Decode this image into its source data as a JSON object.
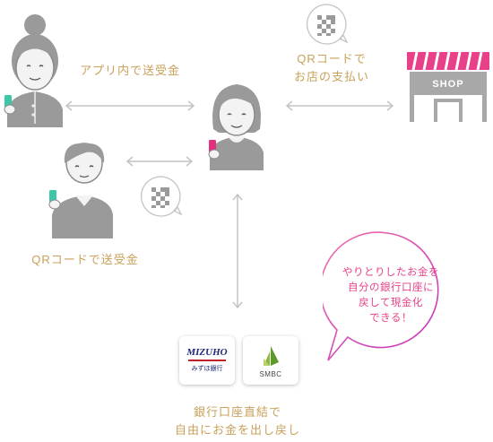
{
  "labels": {
    "app_transfer": "アプリ内で送受金",
    "qr_shop_line1": "QRコードで",
    "qr_shop_line2": "お店の支払い",
    "qr_transfer": "QRコードで送受金",
    "bank_line1": "銀行口座直結で",
    "bank_line2": "自由にお金を出し戻し",
    "bubble_line1": "やりとりしたお金を",
    "bubble_line2": "自分の銀行口座に",
    "bubble_line3": "戻して現金化",
    "bubble_line4": "できる！"
  },
  "shop": {
    "sign": "SHOP"
  },
  "banks": {
    "mizuho_name": "MIZUHO",
    "mizuho_sub": "みずほ銀行",
    "smbc_name": "SMBC"
  },
  "colors": {
    "accent_pink": "#e8418a",
    "label_gold": "#c8a15a",
    "figure_gray": "#a8a8a8",
    "line_gray": "#c4c4c4"
  },
  "icons": [
    "person-icon",
    "phone-icon",
    "qr-code-icon",
    "shop-icon",
    "double-arrow-icon",
    "speech-bubble-icon"
  ]
}
